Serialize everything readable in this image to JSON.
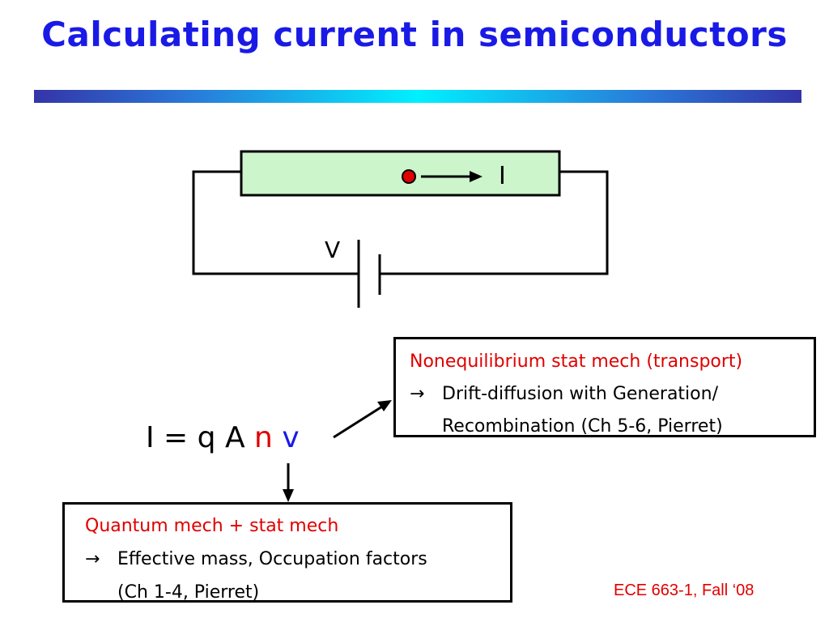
{
  "slide": {
    "title": "Calculating current in semiconductors",
    "footer": "ECE 663-1, Fall ‘08"
  },
  "circuit": {
    "current_label": "I",
    "voltage_label": "V",
    "colors": {
      "bar_fill": "#ccf5cc",
      "particle": "#e00000"
    }
  },
  "equation": {
    "prefix": "I = q A ",
    "n": "n",
    "space": " ",
    "v": "v"
  },
  "transport_box": {
    "heading": "Nonequilibrium stat mech (transport)",
    "arrow": "→",
    "line1": "Drift-diffusion with Generation/",
    "line2": "Recombination (Ch 5-6, Pierret)"
  },
  "quantum_box": {
    "heading": "Quantum mech + stat mech",
    "arrow": "→",
    "line1": "Effective mass, Occupation factors",
    "line2": "(Ch 1-4, Pierret)"
  }
}
